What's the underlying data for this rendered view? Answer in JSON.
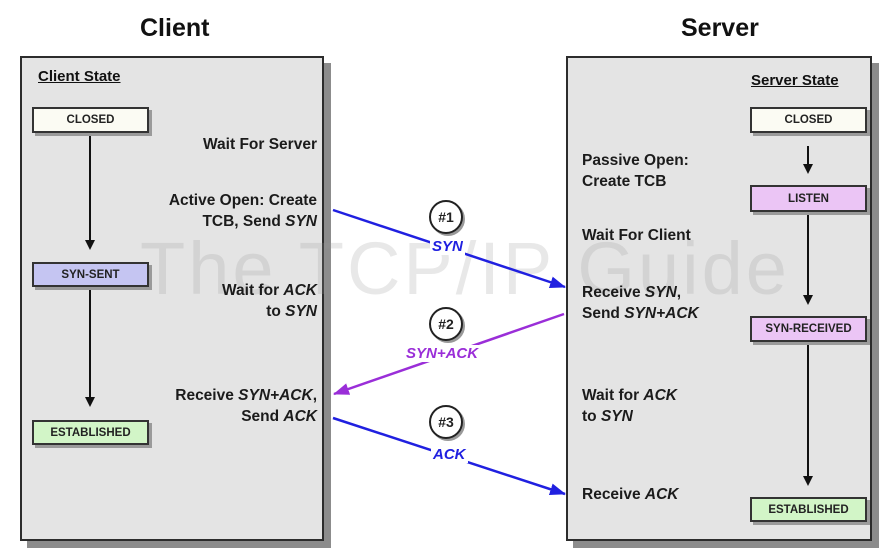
{
  "titles": {
    "client": "Client",
    "server": "Server"
  },
  "watermark": "The TCP/IP Guide",
  "client": {
    "state_title": "Client State",
    "states": {
      "closed": "CLOSED",
      "syn_sent": "SYN-SENT",
      "established": "ESTABLISHED"
    },
    "notes": {
      "wait_server": "Wait For Server",
      "active_open_l1": "Active Open: Create",
      "active_open_l2_pre": "TCB, Send ",
      "active_open_l2_em": "SYN",
      "wait_ack_l1_pre": "Wait for ",
      "wait_ack_l1_em": "ACK",
      "wait_ack_l2_pre": "to ",
      "wait_ack_l2_em": "SYN",
      "recv_synack_l1_pre": "Receive ",
      "recv_synack_l1_em": "SYN+ACK",
      "recv_synack_l1_post": ",",
      "recv_synack_l2_pre": "Send ",
      "recv_synack_l2_em": "ACK"
    }
  },
  "server": {
    "state_title": "Server State",
    "states": {
      "closed": "CLOSED",
      "listen": "LISTEN",
      "syn_received": "SYN-RECEIVED",
      "established": "ESTABLISHED"
    },
    "notes": {
      "passive_open_l1": "Passive Open:",
      "passive_open_l2": "Create TCB",
      "wait_client": "Wait For Client",
      "recv_syn_l1_pre": "Receive ",
      "recv_syn_l1_em": "SYN",
      "recv_syn_l1_post": ",",
      "recv_syn_l2_pre": "Send ",
      "recv_syn_l2_em": "SYN+ACK",
      "wait_ack_l1_pre": "Wait for ",
      "wait_ack_l1_em": "ACK",
      "wait_ack_l2_pre": "to ",
      "wait_ack_l2_em": "SYN",
      "recv_ack_pre": "Receive ",
      "recv_ack_em": "ACK"
    }
  },
  "messages": [
    {
      "seq": "#1",
      "label": "SYN",
      "color": "#2020e0"
    },
    {
      "seq": "#2",
      "label": "SYN+ACK",
      "color": "#9a2ed8"
    },
    {
      "seq": "#3",
      "label": "ACK",
      "color": "#2020e0"
    }
  ],
  "colors": {
    "closed": "#fbfbf3",
    "syn_sent": "#c5c5f2",
    "listen": "#ebc5f5",
    "syn_received": "#ebc5f5",
    "established": "#d2f5c7",
    "blue_arrow": "#2020e0",
    "purple_arrow": "#9a2ed8"
  }
}
